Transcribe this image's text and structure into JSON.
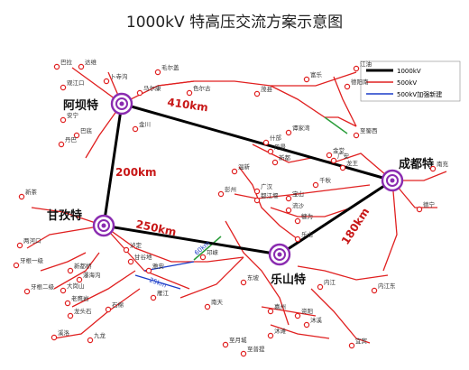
{
  "title": "1000kV 特高压交流方案示意图",
  "legend": {
    "items": [
      {
        "label": "1000kV",
        "color": "#000000"
      },
      {
        "label": "500kV",
        "color": "#e02020"
      },
      {
        "label": "500kV加强新建",
        "color": "#1a3cc8"
      }
    ]
  },
  "hubs": [
    {
      "name": "阿坝特"
    },
    {
      "name": "甘孜特"
    },
    {
      "name": "乐山特"
    },
    {
      "name": "成都特"
    }
  ],
  "distances": [
    {
      "text": "410km"
    },
    {
      "text": "200km"
    },
    {
      "text": "250km"
    },
    {
      "text": "180km"
    },
    {
      "text": "60km"
    },
    {
      "text": "25km"
    }
  ],
  "stations": [
    "巴拉",
    "达维",
    "卜寺沟",
    "毛尔盖",
    "观江口",
    "马尔康",
    "色尔古",
    "茂县",
    "富乐",
    "江油",
    "德阳南",
    "安宁",
    "巴底",
    "金川",
    "丹巴",
    "至蜀西",
    "谭家湾",
    "什邡",
    "新都",
    "广汉",
    "龙王",
    "金堂",
    "丹景",
    "温新",
    "彭州",
    "广安",
    "南充",
    "都江堰",
    "宝山",
    "千秋",
    "德宁",
    "新茶",
    "两河口",
    "牙根一级",
    "牙根二级",
    "新都桥",
    "瀑海沟",
    "大岗山",
    "老鹰岩",
    "龙头石",
    "石棉",
    "泸定",
    "甘谷地",
    "雅安",
    "邛崃",
    "雁江",
    "流沙",
    "东坡",
    "乐山",
    "犍为",
    "内江东",
    "内江",
    "南天",
    "嘉州",
    "资阳",
    "沐溪",
    "宜宾",
    "沐滩",
    "至月城",
    "至普提",
    "九龙",
    "溪洛"
  ]
}
